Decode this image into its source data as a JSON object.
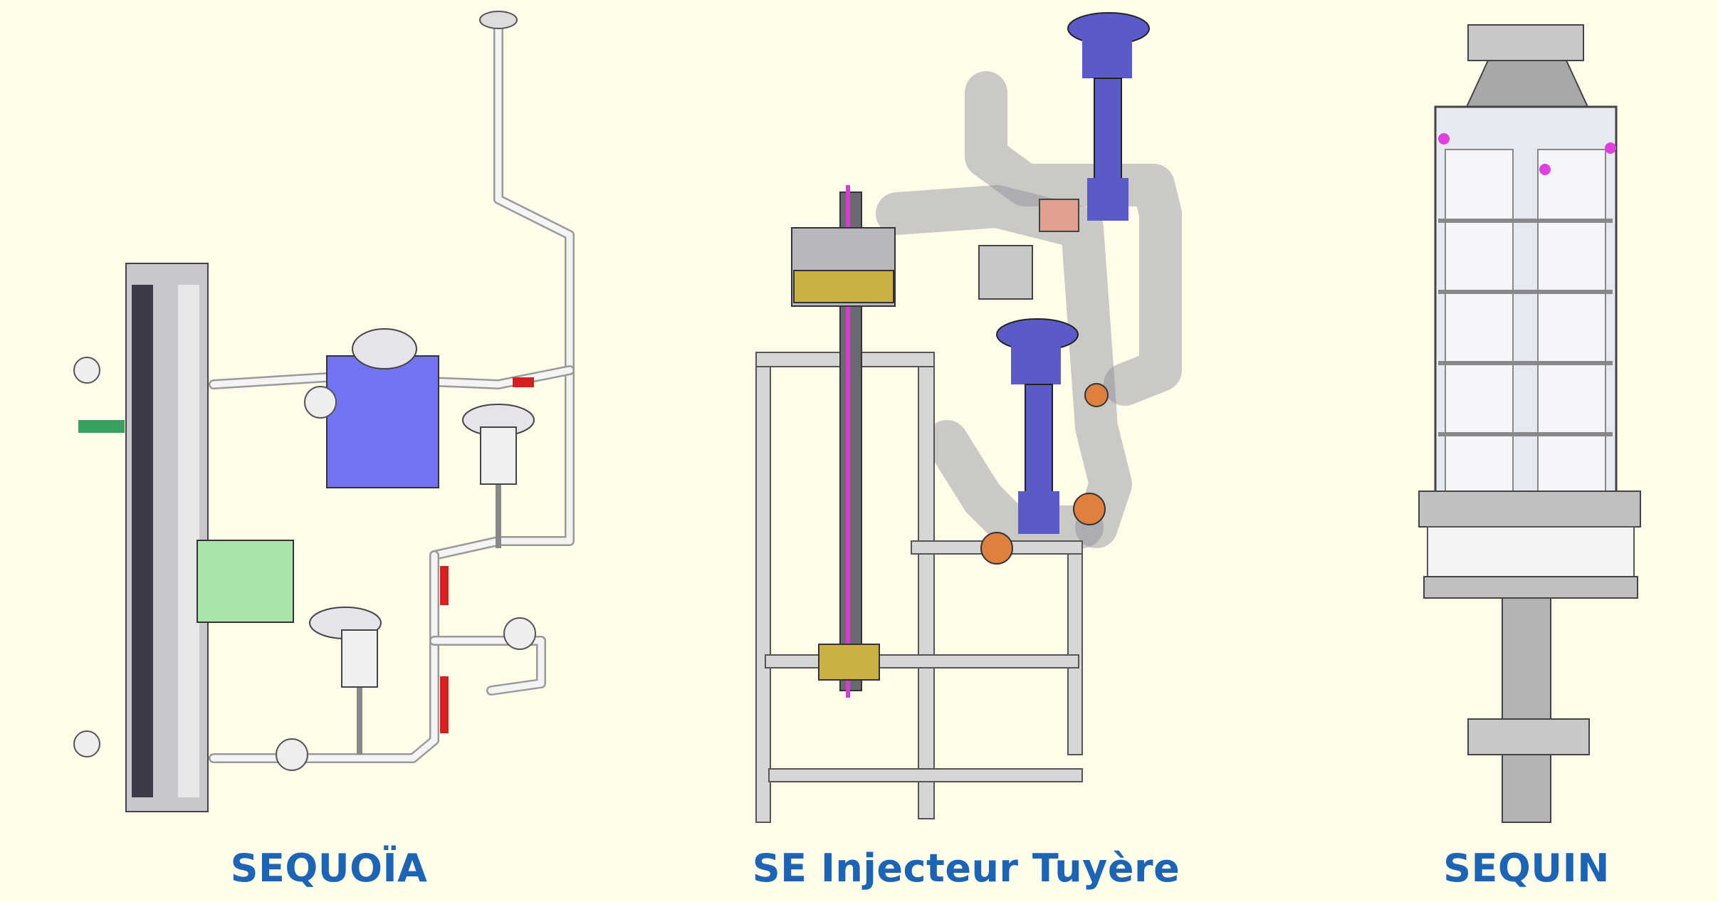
{
  "labels": {
    "left": "SEQUOÏA",
    "center": "SE Injecteur Tuyère",
    "right": "SEQUIN"
  },
  "colors": {
    "background": "#fffdea",
    "label": "#1e64b4",
    "blue_component": "#7474f2",
    "green_component": "#a8e4a8",
    "valve_handle": "#d42020",
    "purple_cylinder": "#5a5ac8"
  }
}
